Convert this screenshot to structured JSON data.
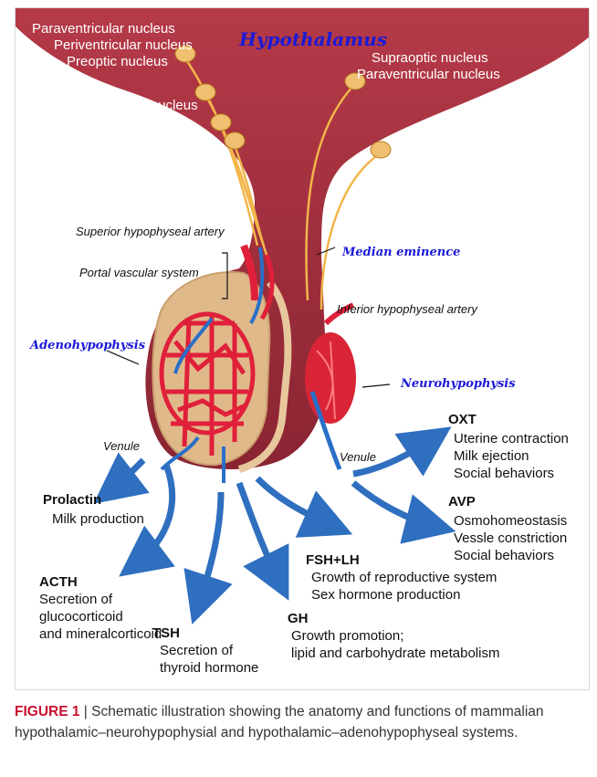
{
  "title": "Hypothalamus",
  "nuclei_left": [
    "Paraventricular nucleus",
    "Periventricular nucleus",
    "Preoptic nucleus",
    "Arcuate nucleus"
  ],
  "nuclei_right": [
    "Supraoptic nucleus",
    "Paraventricular nucleus"
  ],
  "anatomy": {
    "superior_artery": "Superior hypophyseal artery",
    "portal_system": "Portal vascular system",
    "median_eminence": "Median eminence",
    "inferior_artery": "Inferior hypophyseal artery",
    "adenohypophysis": "Adenohypophysis",
    "neurohypophysis": "Neurohypophysis",
    "venule_left": "Venule",
    "venule_right": "Venule"
  },
  "hormones": {
    "prolactin": {
      "name": "Prolactin",
      "functions": [
        "Milk production"
      ]
    },
    "acth": {
      "name": "ACTH",
      "functions": [
        "Secretion of",
        "glucocorticoid",
        "and mineralcorticoid"
      ]
    },
    "tsh": {
      "name": "TSH",
      "functions": [
        "Secretion of",
        "thyroid hormone"
      ]
    },
    "gh": {
      "name": "GH",
      "functions": [
        "Growth promotion;",
        "lipid and carbohydrate metabolism"
      ]
    },
    "fshlh": {
      "name": "FSH+LH",
      "functions": [
        "Growth of reproductive system",
        "Sex hormone production"
      ]
    },
    "oxt": {
      "name": "OXT",
      "functions": [
        "Uterine contraction",
        "Milk ejection",
        "Social behaviors"
      ]
    },
    "avp": {
      "name": "AVP",
      "functions": [
        "Osmohomeostasis",
        "Vessle constriction",
        "Social behaviors"
      ]
    }
  },
  "caption": {
    "label": "FIGURE 1",
    "separator": " | ",
    "text": "Schematic illustration showing the anatomy and functions of mammalian hypothalamic–neurohypophysial and hypothalamic–adenohypophyseal systems."
  },
  "colors": {
    "hypothalamus": "#9b2d3a",
    "gland_tan": "#e0b98a",
    "artery_red": "#e0203a",
    "vein_blue": "#2a6fc8",
    "neuron": "#f2b54a",
    "arrow_blue": "#2f6fbf",
    "accent_blue": "#1a1ad6",
    "caption_red": "#c8102e"
  }
}
